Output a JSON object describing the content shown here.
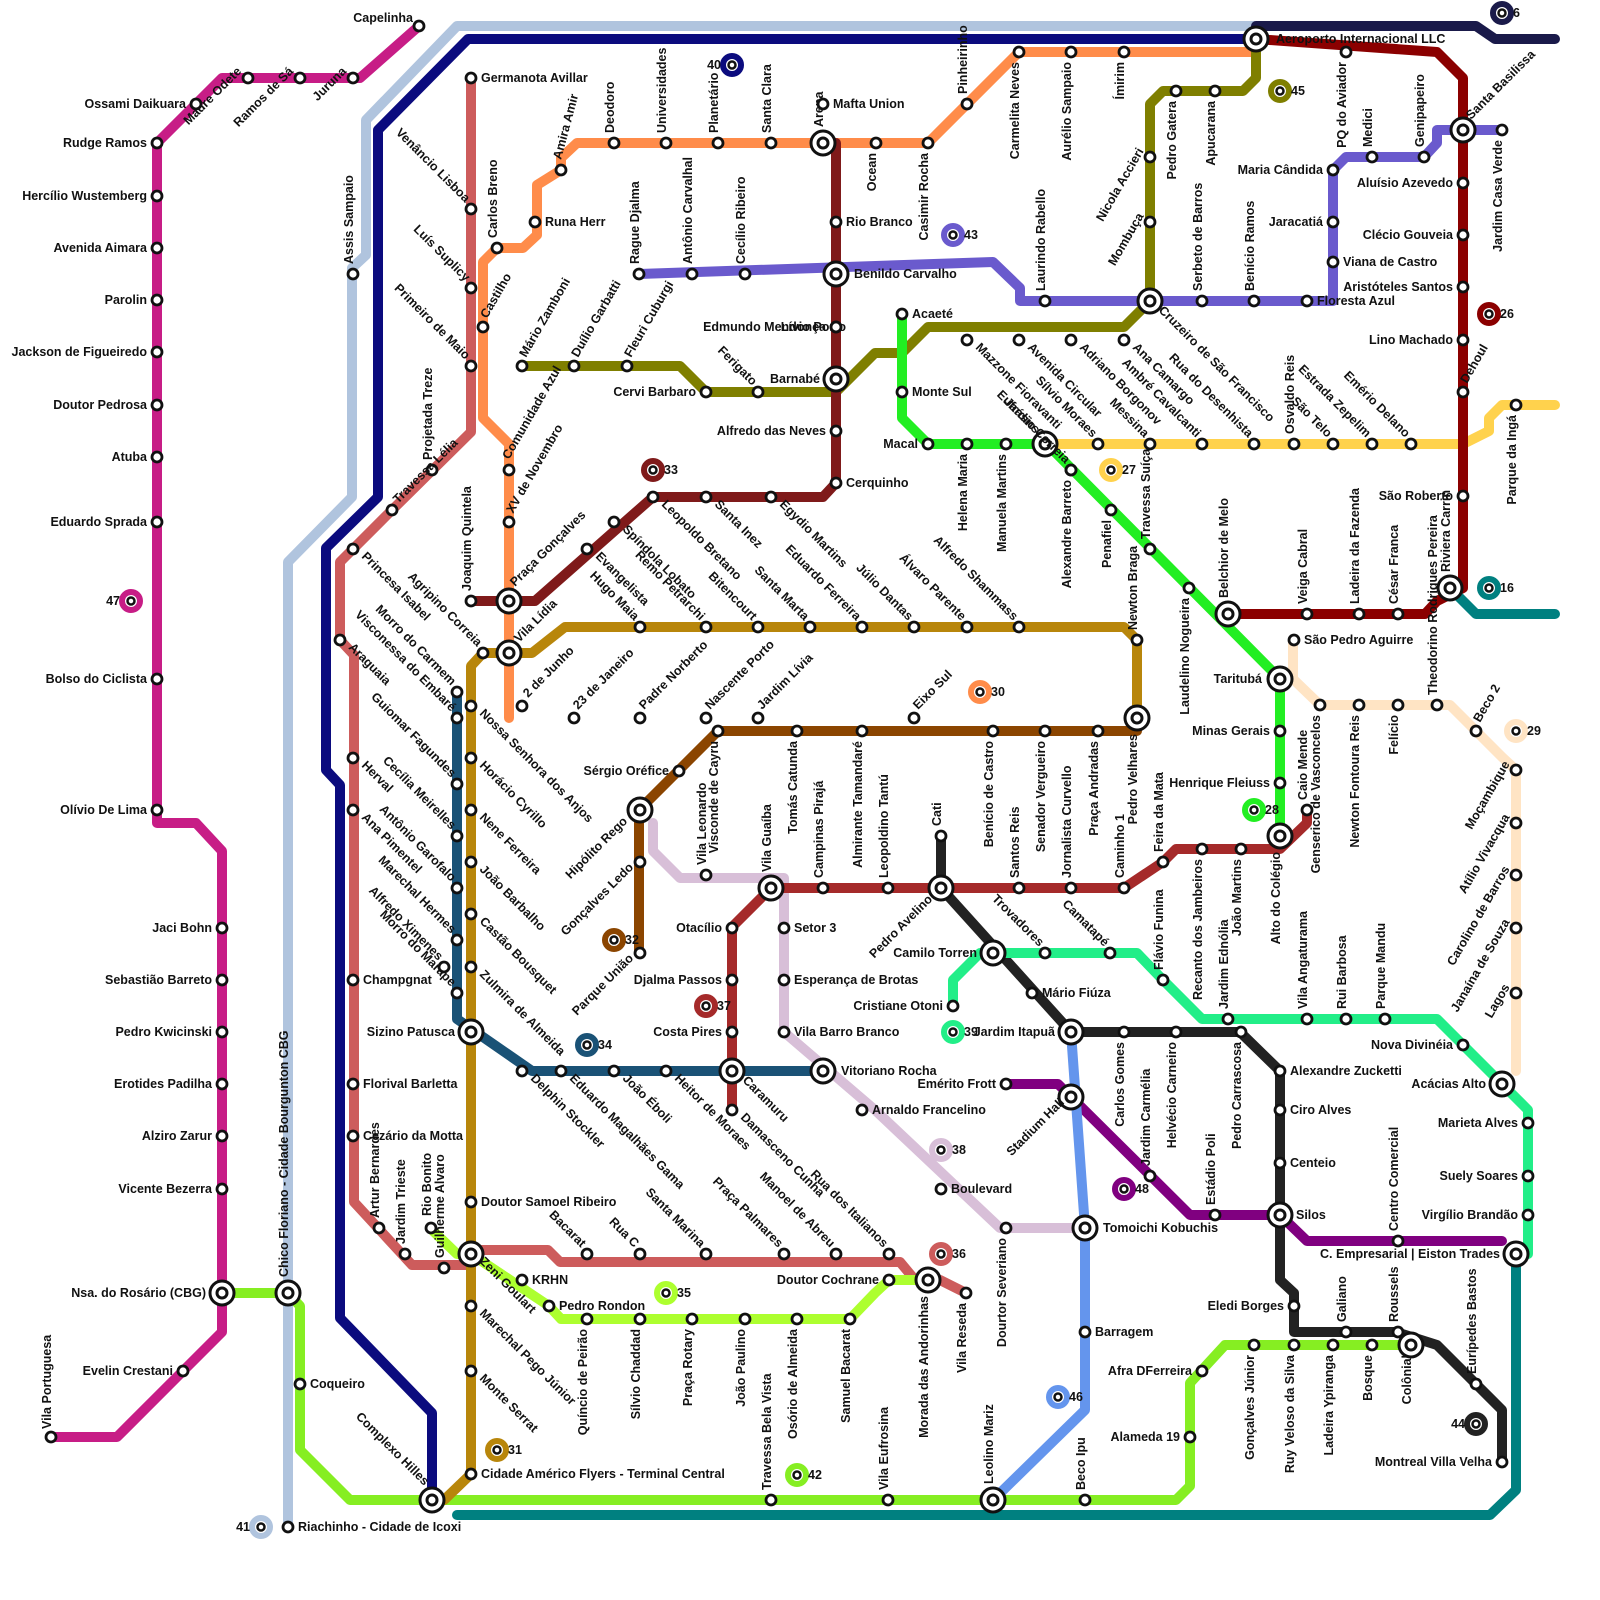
{
  "lines": [
    {
      "name": "magenta-line",
      "color": "#c71d86"
    },
    {
      "name": "lime-line",
      "color": "#86ee22"
    },
    {
      "name": "light-steel-line",
      "color": "#b0c4de"
    },
    {
      "name": "navy-line",
      "color": "#0b0b7e"
    },
    {
      "name": "rose-line",
      "color": "#cd5c5c"
    },
    {
      "name": "orange-line",
      "color": "#ff8c4a"
    },
    {
      "name": "olive-line",
      "color": "#7f7f00"
    },
    {
      "name": "maroon-line",
      "color": "#7f1a1a"
    },
    {
      "name": "green-line",
      "color": "#22ee22"
    },
    {
      "name": "yellow-line",
      "color": "#ffd24d"
    },
    {
      "name": "slate-blue-line",
      "color": "#6a5acd"
    },
    {
      "name": "dark-red-line",
      "color": "#8b0000"
    },
    {
      "name": "midnight-line",
      "color": "#1a1a4a"
    },
    {
      "name": "teal-line",
      "color": "#008080"
    },
    {
      "name": "gold-line",
      "color": "#b8860b"
    },
    {
      "name": "brown-line",
      "color": "#8b4500"
    },
    {
      "name": "petrol-line",
      "color": "#1a5276"
    },
    {
      "name": "thistle-line",
      "color": "#d8bfd8"
    },
    {
      "name": "red-line",
      "color": "#a52a2a"
    },
    {
      "name": "black-line",
      "color": "#222222"
    },
    {
      "name": "spring-green-line",
      "color": "#22ee88"
    },
    {
      "name": "purple-line",
      "color": "#800080"
    },
    {
      "name": "cornflower-line",
      "color": "#6495ed"
    },
    {
      "name": "bisque-line",
      "color": "#ffe4c4"
    },
    {
      "name": "yellow-green-line",
      "color": "#adff2f"
    }
  ],
  "stations": [
    {
      "label": "Capelinha"
    },
    {
      "label": "Juruna"
    },
    {
      "label": "Ramos de Sá"
    },
    {
      "label": "Madre Odete"
    },
    {
      "label": "Ossami Daikuara"
    },
    {
      "label": "Rudge Ramos"
    },
    {
      "label": "Hercílio Wustemberg"
    },
    {
      "label": "Avenida Aimara"
    },
    {
      "label": "Parolin"
    },
    {
      "label": "Jackson de Figueiredo"
    },
    {
      "label": "Doutor Pedrosa"
    },
    {
      "label": "Atuba"
    },
    {
      "label": "Eduardo Sprada"
    },
    {
      "label": "Bolso do Ciclista"
    },
    {
      "label": "Olívio De Lima"
    },
    {
      "label": "Jaci Bohn"
    },
    {
      "label": "Sebastião Barreto"
    },
    {
      "label": "Pedro Kwicinski"
    },
    {
      "label": "Erotides Padilha"
    },
    {
      "label": "Alziro Zarur"
    },
    {
      "label": "Vicente Bezerra"
    },
    {
      "label": "Nsa. do Rosário (CBG)"
    },
    {
      "label": "Evelin Crestani"
    },
    {
      "label": "Vila Portuguesa"
    },
    {
      "label": "Chico Floriano - Cidade Bourgunton CBG"
    },
    {
      "label": "Coqueiro"
    },
    {
      "label": "Complexo Hilles"
    },
    {
      "label": "Riachinho - Cidade de Icoxi"
    },
    {
      "label": "Assis Sampaio"
    },
    {
      "label": "Aeroporto Internacional LLC"
    },
    {
      "label": "Germanota Avillar"
    },
    {
      "label": "Venâncio Lisboa"
    },
    {
      "label": "Luís Suplicy"
    },
    {
      "label": "Primeiro de Maio"
    },
    {
      "label": "Projetada Treze"
    },
    {
      "label": "Travessa Lélia"
    },
    {
      "label": "Princesa Isabel"
    },
    {
      "label": "Araguaia"
    },
    {
      "label": "Herval"
    },
    {
      "label": "Ana Pimentel"
    },
    {
      "label": "Champgnat"
    },
    {
      "label": "Florival Barletta"
    },
    {
      "label": "Cezário da Motta"
    },
    {
      "label": "Artur Bernardes"
    },
    {
      "label": "Jardim Trieste"
    },
    {
      "label": "Guilherme Alvaro"
    },
    {
      "label": "Rio Bonito"
    },
    {
      "label": "Carlos Breno"
    },
    {
      "label": "Castilho"
    },
    {
      "label": "Comunidade Azul"
    },
    {
      "label": "XV de Novembro"
    },
    {
      "label": "Praça Gonçalves"
    },
    {
      "label": "Vila Lídia"
    },
    {
      "label": "2 de Junho"
    },
    {
      "label": "Runa Herr"
    },
    {
      "label": "Amira Amir"
    },
    {
      "label": "Deodoro"
    },
    {
      "label": "Universidades"
    },
    {
      "label": "Planetário"
    },
    {
      "label": "Santa Clara"
    },
    {
      "label": "Arena"
    },
    {
      "label": "Ocean"
    },
    {
      "label": "Casimir Rocha"
    },
    {
      "label": "Pinheirinho"
    },
    {
      "label": "Carmelita Neves"
    },
    {
      "label": "Aurélio Sampaio"
    },
    {
      "label": "Ímirim"
    },
    {
      "label": "Mafta Union"
    },
    {
      "label": "Rio Branco"
    },
    {
      "label": "Benildo Carvalho"
    },
    {
      "label": "Lívio Porto"
    },
    {
      "label": "Edmundo Mendonça"
    },
    {
      "label": "Barnabé"
    },
    {
      "label": "Alfredo das Neves"
    },
    {
      "label": "Cerquinho"
    },
    {
      "label": "Rague Djalma"
    },
    {
      "label": "Antônio Carvalhal"
    },
    {
      "label": "Cecílio Ribeiro"
    },
    {
      "label": "Mário Zamboni"
    },
    {
      "label": "Duílio Garbatti"
    },
    {
      "label": "Fleuri Cuburgi"
    },
    {
      "label": "Cervi Barbaro"
    },
    {
      "label": "Ferigato"
    },
    {
      "label": "Acaeté"
    },
    {
      "label": "Monte Sul"
    },
    {
      "label": "Macal"
    },
    {
      "label": "Helena Maria"
    },
    {
      "label": "Manuela Martins"
    },
    {
      "label": "Jardins"
    },
    {
      "label": "Mazzone Fioravanti"
    },
    {
      "label": "Avenida Circular"
    },
    {
      "label": "Eufrásio Correia"
    },
    {
      "label": "Adriano Borgonov"
    },
    {
      "label": "Sílvio Moraes"
    },
    {
      "label": "Ana Camargo"
    },
    {
      "label": "Messina"
    },
    {
      "label": "Ambré Cavalcanti"
    },
    {
      "label": "Rua do Desenhista"
    },
    {
      "label": "São Telo"
    },
    {
      "label": "Estrada Zepelim"
    },
    {
      "label": "Emério Delano"
    },
    {
      "label": "Parque da Ingá"
    },
    {
      "label": "Laurindo Rabello"
    },
    {
      "label": "Nicola Accieri"
    },
    {
      "label": "Mombuça"
    },
    {
      "label": "Pedro Gatera"
    },
    {
      "label": "Apucarana"
    },
    {
      "label": "Cruzeiro de São Francisco"
    },
    {
      "label": "Serbeto de Barros"
    },
    {
      "label": "Benício Ramos"
    },
    {
      "label": "Floresta Azul"
    },
    {
      "label": "Maria Cândida"
    },
    {
      "label": "Jaracatiá"
    },
    {
      "label": "Viana de Castro"
    },
    {
      "label": "PQ do Aviador"
    },
    {
      "label": "Medici"
    },
    {
      "label": "Genipapeiro"
    },
    {
      "label": "Santa Basilissa"
    },
    {
      "label": "Jardim Casa Verde"
    },
    {
      "label": "Aluísio Azevedo"
    },
    {
      "label": "Clécio Gouveia"
    },
    {
      "label": "Aristóteles Santos"
    },
    {
      "label": "Lino Machado"
    },
    {
      "label": "Dehoul"
    },
    {
      "label": "São Roberto"
    },
    {
      "label": "Riviera Carrin"
    },
    {
      "label": "César Franca"
    },
    {
      "label": "Ladeira da Fazenda"
    },
    {
      "label": "Veiga Cabral"
    },
    {
      "label": "Belchior de Melo"
    },
    {
      "label": "Alexandre Barreto"
    },
    {
      "label": "Penafiel"
    },
    {
      "label": "Travessa Suíça"
    },
    {
      "label": "Laudelino Nogueira"
    },
    {
      "label": "Taritubá"
    },
    {
      "label": "Minas Gerais"
    },
    {
      "label": "Henrique Fleiuss"
    },
    {
      "label": "Alto do Colégio"
    },
    {
      "label": "Osvaldo Reis"
    },
    {
      "label": "São Pedro Aguirre"
    },
    {
      "label": "Caio Mende"
    },
    {
      "label": "Genserico de Vasconcelos"
    },
    {
      "label": "Newton Fontoura Reis"
    },
    {
      "label": "Felício"
    },
    {
      "label": "Theodorino Rodrigues Pereira"
    },
    {
      "label": "Beco 2"
    },
    {
      "label": "Moçambique"
    },
    {
      "label": "Atílio Vivacqua"
    },
    {
      "label": "Carolino de Barros"
    },
    {
      "label": "Janaína de Souza"
    },
    {
      "label": "Lagos"
    },
    {
      "label": "Acácias Alto"
    },
    {
      "label": "Leopoldo Bretano"
    },
    {
      "label": "Santa Inez"
    },
    {
      "label": "Egydio Martins"
    },
    {
      "label": "Spíndola Lobato"
    },
    {
      "label": "Evangelista"
    },
    {
      "label": "Remo Petrarchi"
    },
    {
      "label": "Hugo Maia"
    },
    {
      "label": "Bitencourt"
    },
    {
      "label": "Santa Marta"
    },
    {
      "label": "Eduardo Ferreira"
    },
    {
      "label": "Júlio Dantas"
    },
    {
      "label": "Álvaro Parente"
    },
    {
      "label": "Alfredo Shammass"
    },
    {
      "label": "Newton Braga"
    },
    {
      "label": "Joaquim Quintela"
    },
    {
      "label": "Agripino Correia"
    },
    {
      "label": "23 de Janeiro"
    },
    {
      "label": "Padre Norberto"
    },
    {
      "label": "Nascente Porto"
    },
    {
      "label": "Jardim Lívia"
    },
    {
      "label": "Eixo Sul"
    },
    {
      "label": "Pedro Velhares"
    },
    {
      "label": "Sérgio Oréfice"
    },
    {
      "label": "Vila Leonardo"
    },
    {
      "label": "Visconde de Cayru"
    },
    {
      "label": "Tomás Catunda"
    },
    {
      "label": "Almirante Tamandaré"
    },
    {
      "label": "Benício de Castro"
    },
    {
      "label": "Senador Vergueiro"
    },
    {
      "label": "Praça Andradas"
    },
    {
      "label": "Hipólito Rego"
    },
    {
      "label": "Gonçalves Ledo"
    },
    {
      "label": "Parque União"
    },
    {
      "label": "Visconessa do Embaré"
    },
    {
      "label": "Morro do Carmem"
    },
    {
      "label": "Nossa Senhora dos Anjos"
    },
    {
      "label": "Guiomar Fagundes"
    },
    {
      "label": "Horácio Cyrillo"
    },
    {
      "label": "Cecília Meirelles"
    },
    {
      "label": "Nene Ferreira"
    },
    {
      "label": "Antônio Garofalo"
    },
    {
      "label": "João Barbalho"
    },
    {
      "label": "Marechal Hermes"
    },
    {
      "label": "Castão Bousquet"
    },
    {
      "label": "Morro do Marape"
    },
    {
      "label": "Zulmira de Almeida"
    },
    {
      "label": "Alfredo Ximenes"
    },
    {
      "label": "Sizino Patusca"
    },
    {
      "label": "Delphin Stockler"
    },
    {
      "label": "Eduardo Magalhães Gama"
    },
    {
      "label": "João Éboli"
    },
    {
      "label": "Heitor de Moraes"
    },
    {
      "label": "Vila Guaíba"
    },
    {
      "label": "Campinas Pirajá"
    },
    {
      "label": "Leopoldino Tantú"
    },
    {
      "label": "Cati"
    },
    {
      "label": "Santos Reis"
    },
    {
      "label": "Jornalista Curvello"
    },
    {
      "label": "Caminho 1"
    },
    {
      "label": "Feira da Mata"
    },
    {
      "label": "Recanto dos Jambeiros"
    },
    {
      "label": "Jardim Ednólia"
    },
    {
      "label": "João Martins"
    },
    {
      "label": "Otacílio"
    },
    {
      "label": "Djalma Passos"
    },
    {
      "label": "Costa Pires"
    },
    {
      "label": "Caramuru"
    },
    {
      "label": "Damasceno Cunha"
    },
    {
      "label": "Setor 3"
    },
    {
      "label": "Esperança de Brotas"
    },
    {
      "label": "Vila Barro Branco"
    },
    {
      "label": "Vitoriano Rocha"
    },
    {
      "label": "Arnaldo Francelino"
    },
    {
      "label": "Boulevard"
    },
    {
      "label": "Dourtor Severiano"
    },
    {
      "label": "Tomoichi Kobuchis"
    },
    {
      "label": "Pedro Avelino"
    },
    {
      "label": "Trovadores"
    },
    {
      "label": "Camatapé"
    },
    {
      "label": "Camilo Torren"
    },
    {
      "label": "Mário Fiúza"
    },
    {
      "label": "Jardim Itapuã"
    },
    {
      "label": "Cristiane Otoni"
    },
    {
      "label": "Carlos Gomes"
    },
    {
      "label": "Helvécio Carneiro"
    },
    {
      "label": "Pedro Carrascosa"
    },
    {
      "label": "Flávio Funina"
    },
    {
      "label": "Vila Angaturama"
    },
    {
      "label": "Rui Barbosa"
    },
    {
      "label": "Parque Mandu"
    },
    {
      "label": "Nova Divinéia"
    },
    {
      "label": "Emérito Frott"
    },
    {
      "label": "Stadium Hall"
    },
    {
      "label": "Jardim Carmélia"
    },
    {
      "label": "Estádio Poli"
    },
    {
      "label": "Silos"
    },
    {
      "label": "Alexandre Zucketti"
    },
    {
      "label": "Ciro Alves"
    },
    {
      "label": "Centeio"
    },
    {
      "label": "C. Empresarial | Eiston Trades"
    },
    {
      "label": "Centro Comercial"
    },
    {
      "label": "Marieta Alves"
    },
    {
      "label": "Suely Soares"
    },
    {
      "label": "Virgílio Brandão"
    },
    {
      "label": "Eledi Borges"
    },
    {
      "label": "Galiano"
    },
    {
      "label": "Roussels"
    },
    {
      "label": "Colônial"
    },
    {
      "label": "Eurípedes Bastos"
    },
    {
      "label": "Montreal Villa Velha"
    },
    {
      "label": "Barragem"
    },
    {
      "label": "Afra DFerreira"
    },
    {
      "label": "Alameda 19"
    },
    {
      "label": "Gonçalves Júnior"
    },
    {
      "label": "Ruy Veloso da Silva"
    },
    {
      "label": "Ladeira Ypiranga"
    },
    {
      "label": "Bosque"
    },
    {
      "label": "Leolino Mariz"
    },
    {
      "label": "Beco Ipu"
    },
    {
      "label": "Vila Eufrosina"
    },
    {
      "label": "Travessa Bela Vista"
    },
    {
      "label": "Doutor Samoel Ribeiro"
    },
    {
      "label": "Zeni Goulart"
    },
    {
      "label": "Marechal Pego Júnior"
    },
    {
      "label": "Monte Serrat"
    },
    {
      "label": "Cidade Américo Flyers - Terminal Central"
    },
    {
      "label": "KRHN"
    },
    {
      "label": "Pedro Rondon"
    },
    {
      "label": "Quíncio de Peirão"
    },
    {
      "label": "Sílvio Chaddad"
    },
    {
      "label": "Praça Rotary"
    },
    {
      "label": "João Paulino"
    },
    {
      "label": "Osório de Almeida"
    },
    {
      "label": "Samuel Bacarat"
    },
    {
      "label": "Doutor Cochrane"
    },
    {
      "label": "Morada das Andorinhas"
    },
    {
      "label": "Vila Reseda"
    },
    {
      "label": "Bacarat"
    },
    {
      "label": "Rua C"
    },
    {
      "label": "Santa Marina"
    },
    {
      "label": "Praça Palmares"
    },
    {
      "label": "Manoel de Abreu"
    },
    {
      "label": "Rua dos Italianos"
    }
  ],
  "isolated_markers": [
    "6",
    "40",
    "45",
    "43",
    "26",
    "33",
    "27",
    "47",
    "16",
    "30",
    "29",
    "28",
    "32",
    "37",
    "34",
    "39",
    "48",
    "38",
    "36",
    "35",
    "31",
    "46",
    "42",
    "44",
    "41"
  ]
}
